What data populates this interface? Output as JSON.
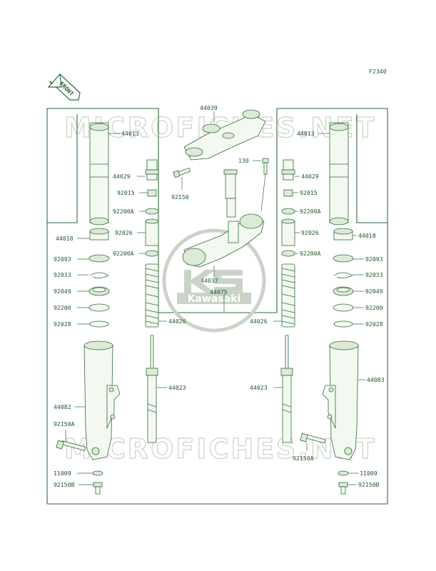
{
  "diagram_code": "F2340",
  "front_label": "FRONT",
  "watermark_text": "MICROFICHES.NET",
  "brand_logo_text": "Kawasaki",
  "colors": {
    "line": "#2f6b3a",
    "text": "#1f5a2a",
    "watermark": "#c9d3c6",
    "part_fill": "#f3f8f0"
  },
  "labels": {
    "p44039": "44039",
    "p44013_left": "44013",
    "p44013_right": "44013",
    "p44029_left": "44029",
    "p44029_right": "44029",
    "p130": "130",
    "p92150": "92150",
    "p92015_left": "92015",
    "p92015_right": "92015",
    "p92200A_left_top": "92200A",
    "p92200A_right_top": "92200A",
    "p44018_left": "44018",
    "p44018_right": "44018",
    "p92026_left": "92026",
    "p92026_right": "92026",
    "p92093_left": "92093",
    "p92093_right": "92093",
    "p92200A_left_bot": "92200A",
    "p92200A_right_bot": "92200A",
    "p92033_left": "92033",
    "p92033_right": "92033",
    "p44037": "44037",
    "p92049_left": "92049",
    "p92049_right": "92049",
    "p44075": "44075",
    "p92200_left": "92200",
    "p92200_right": "92200",
    "p92028_left": "92028",
    "p92028_right": "92028",
    "p44026_left": "44026",
    "p44026_right": "44026",
    "p44023_left": "44023",
    "p44023_right": "44023",
    "p44082": "44082",
    "p44083": "44083",
    "p92150A_left": "92150A",
    "p92150A_right": "92150A",
    "p11009_left": "11009",
    "p11009_right": "11009",
    "p92150B_left": "92150B",
    "p92150B_right": "92150B"
  }
}
